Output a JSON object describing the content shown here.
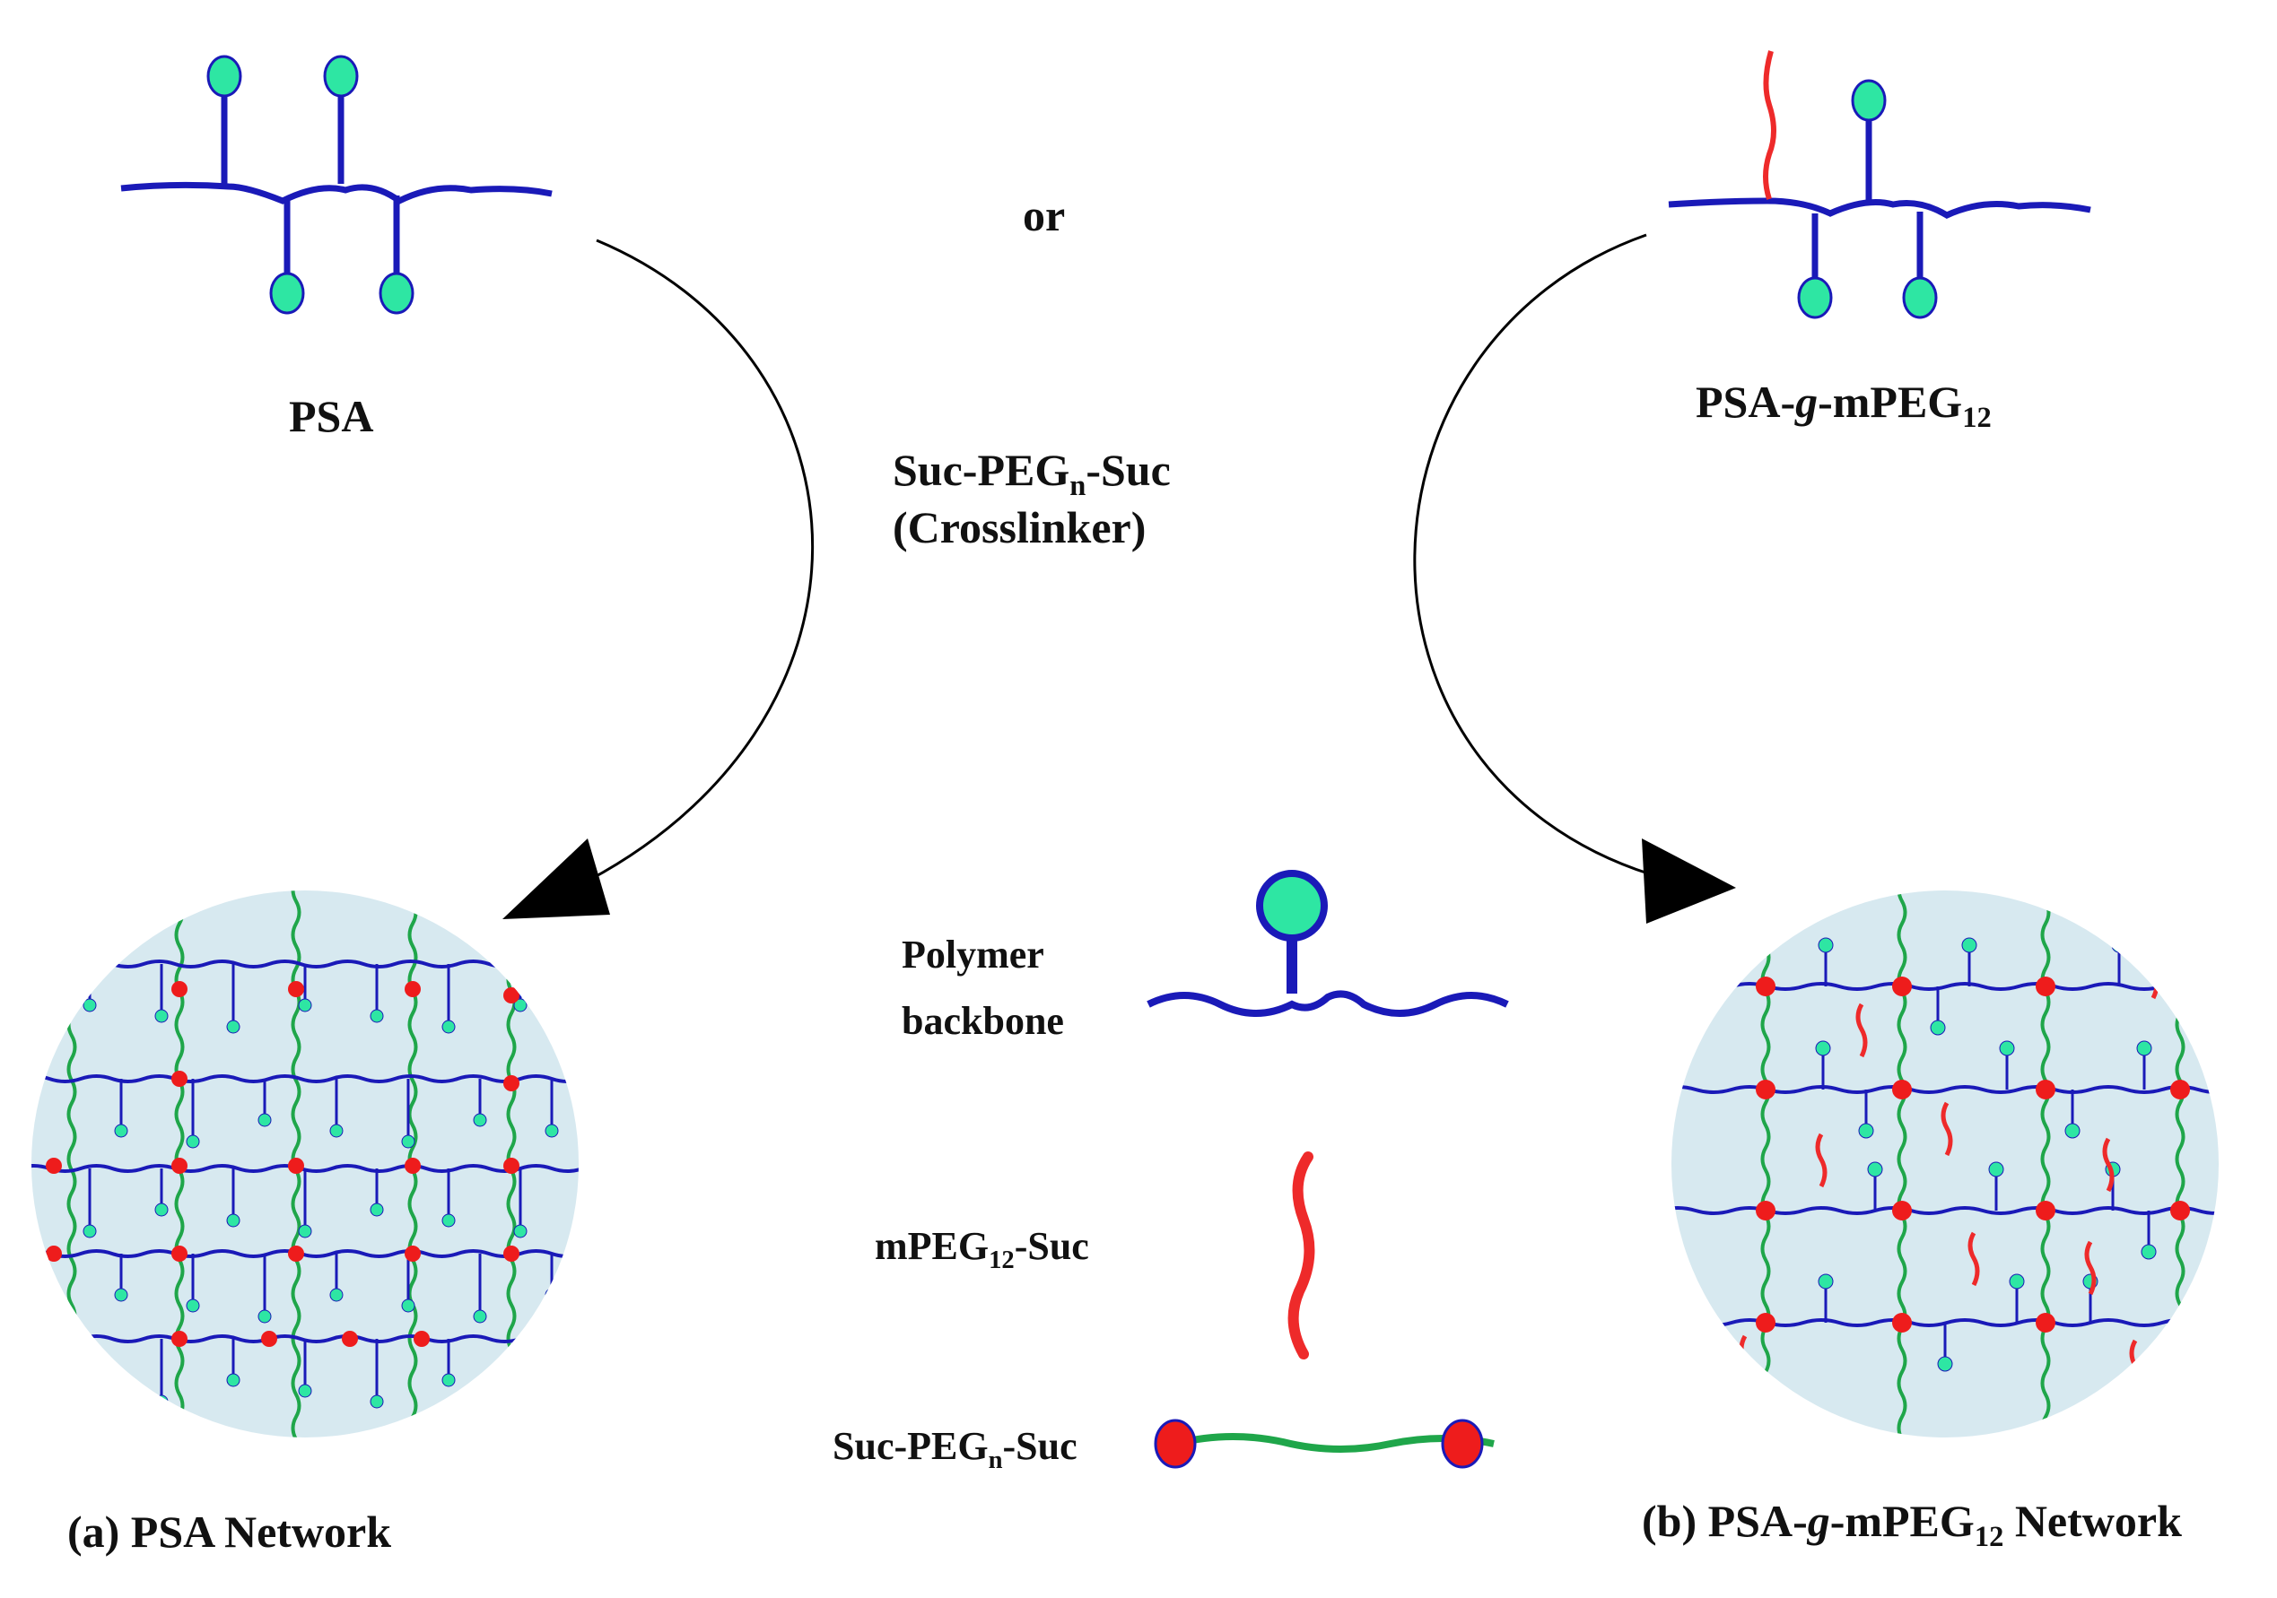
{
  "labels": {
    "psa": "PSA",
    "or": "or",
    "crosslinker_a": "Suc-PEG",
    "crosslinker_sub": "n",
    "crosslinker_b": "-Suc",
    "crosslinker_note": "(Crosslinker)",
    "graft_a": "PSA-",
    "graft_g": "g",
    "graft_b": "-mPEG",
    "graft_sub": "12",
    "network_a": "(a) PSA Network",
    "network_b_a": "(b) PSA-",
    "network_b_g": "g",
    "network_b_b": "-mPEG",
    "network_b_sub": "12",
    "network_b_c": " Network"
  },
  "legend": {
    "backbone_1": "Polymer",
    "backbone_2": "backbone",
    "mpeg_a": "mPEG",
    "mpeg_sub": "12",
    "mpeg_b": "-Suc",
    "crosslink_a": "Suc-PEG",
    "crosslink_sub": "n",
    "crosslink_b": "-Suc"
  },
  "colors": {
    "backbone": "#1a1ab8",
    "pendant": "#2ee6a3",
    "crosslinker_chain": "#1fa64a",
    "crosslink_end": "#ee1c1c",
    "mpeg_chain": "#ee2a2a",
    "network_bg": "#d7e9f0",
    "arrow": "#000000"
  }
}
